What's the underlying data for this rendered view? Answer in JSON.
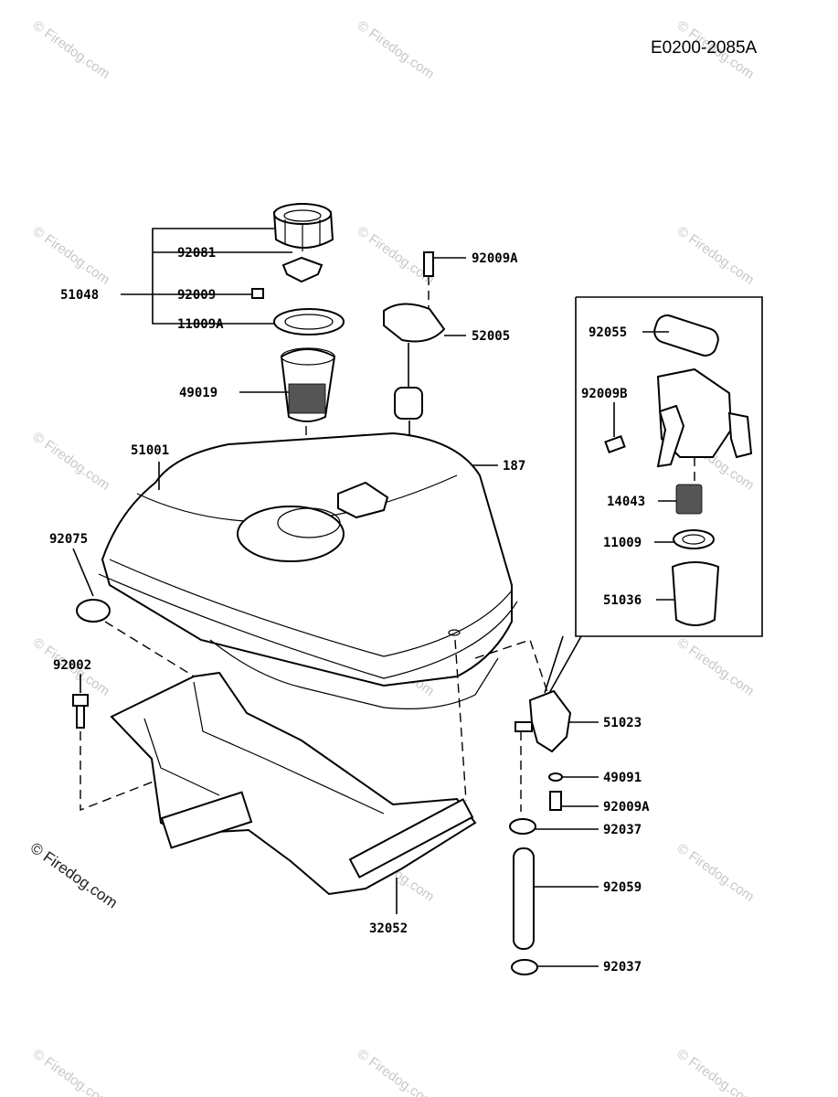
{
  "drawing_code": "E0200-2085A",
  "copyright": "© Firedog.com",
  "watermark": "© Firedog.com",
  "parts": [
    {
      "id": "p92081",
      "label": "92081"
    },
    {
      "id": "p51048",
      "label": "51048"
    },
    {
      "id": "p92009",
      "label": "92009"
    },
    {
      "id": "p11009A",
      "label": "11009A"
    },
    {
      "id": "p49019",
      "label": "49019"
    },
    {
      "id": "p92009A_top",
      "label": "92009A"
    },
    {
      "id": "p52005",
      "label": "52005"
    },
    {
      "id": "p187",
      "label": "187"
    },
    {
      "id": "p51001",
      "label": "51001"
    },
    {
      "id": "p92075",
      "label": "92075"
    },
    {
      "id": "p92002",
      "label": "92002"
    },
    {
      "id": "p32052",
      "label": "32052"
    },
    {
      "id": "p92055",
      "label": "92055"
    },
    {
      "id": "p92009B",
      "label": "92009B"
    },
    {
      "id": "p14043",
      "label": "14043"
    },
    {
      "id": "p11009",
      "label": "11009"
    },
    {
      "id": "p51036",
      "label": "51036"
    },
    {
      "id": "p51023",
      "label": "51023"
    },
    {
      "id": "p49091",
      "label": "49091"
    },
    {
      "id": "p92009A_bottom",
      "label": "92009A"
    },
    {
      "id": "p92037_top",
      "label": "92037"
    },
    {
      "id": "p92059",
      "label": "92059"
    },
    {
      "id": "p92037_bottom",
      "label": "92037"
    }
  ]
}
